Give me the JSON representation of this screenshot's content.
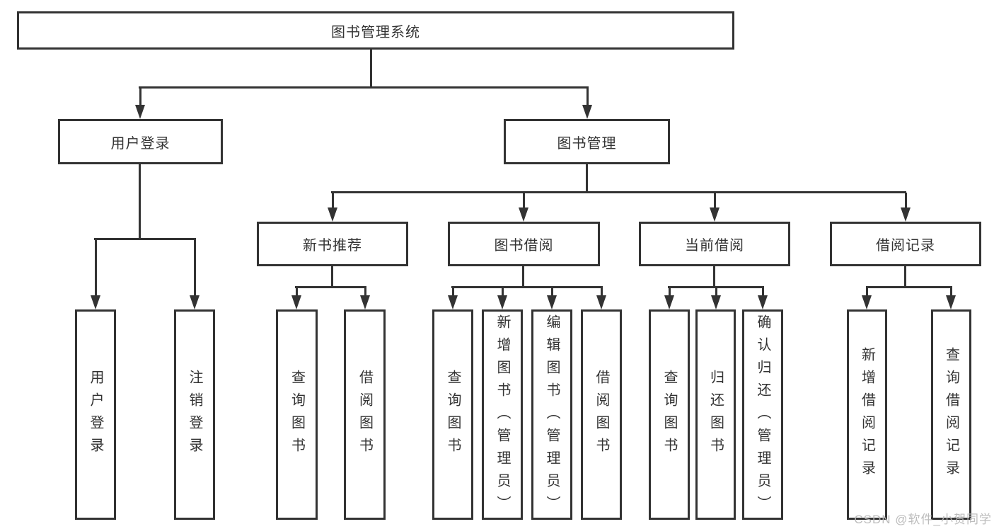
{
  "tree": {
    "label": "图书管理系统",
    "children": [
      {
        "label": "用户登录",
        "children": [
          {
            "label": "用户登录"
          },
          {
            "label": "注销登录"
          }
        ]
      },
      {
        "label": "图书管理",
        "children": [
          {
            "label": "新书推荐",
            "children": [
              {
                "label": "查询图书"
              },
              {
                "label": "借阅图书"
              }
            ]
          },
          {
            "label": "图书借阅",
            "children": [
              {
                "label": "查询图书"
              },
              {
                "label": "新增图书（管理员）"
              },
              {
                "label": "编辑图书（管理员）"
              },
              {
                "label": "借阅图书"
              }
            ]
          },
          {
            "label": "当前借阅",
            "children": [
              {
                "label": "查询图书"
              },
              {
                "label": "归还图书"
              },
              {
                "label": "确认归还（管理员）"
              }
            ]
          },
          {
            "label": "借阅记录",
            "children": [
              {
                "label": "新增借阅记录"
              },
              {
                "label": "查询借阅记录"
              }
            ]
          }
        ]
      }
    ]
  },
  "watermark": {
    "text": "CSDN @软件_小贺同学"
  },
  "colors": {
    "line": "#333333",
    "background": "#ffffff",
    "watermark": "#b8b8b8"
  }
}
